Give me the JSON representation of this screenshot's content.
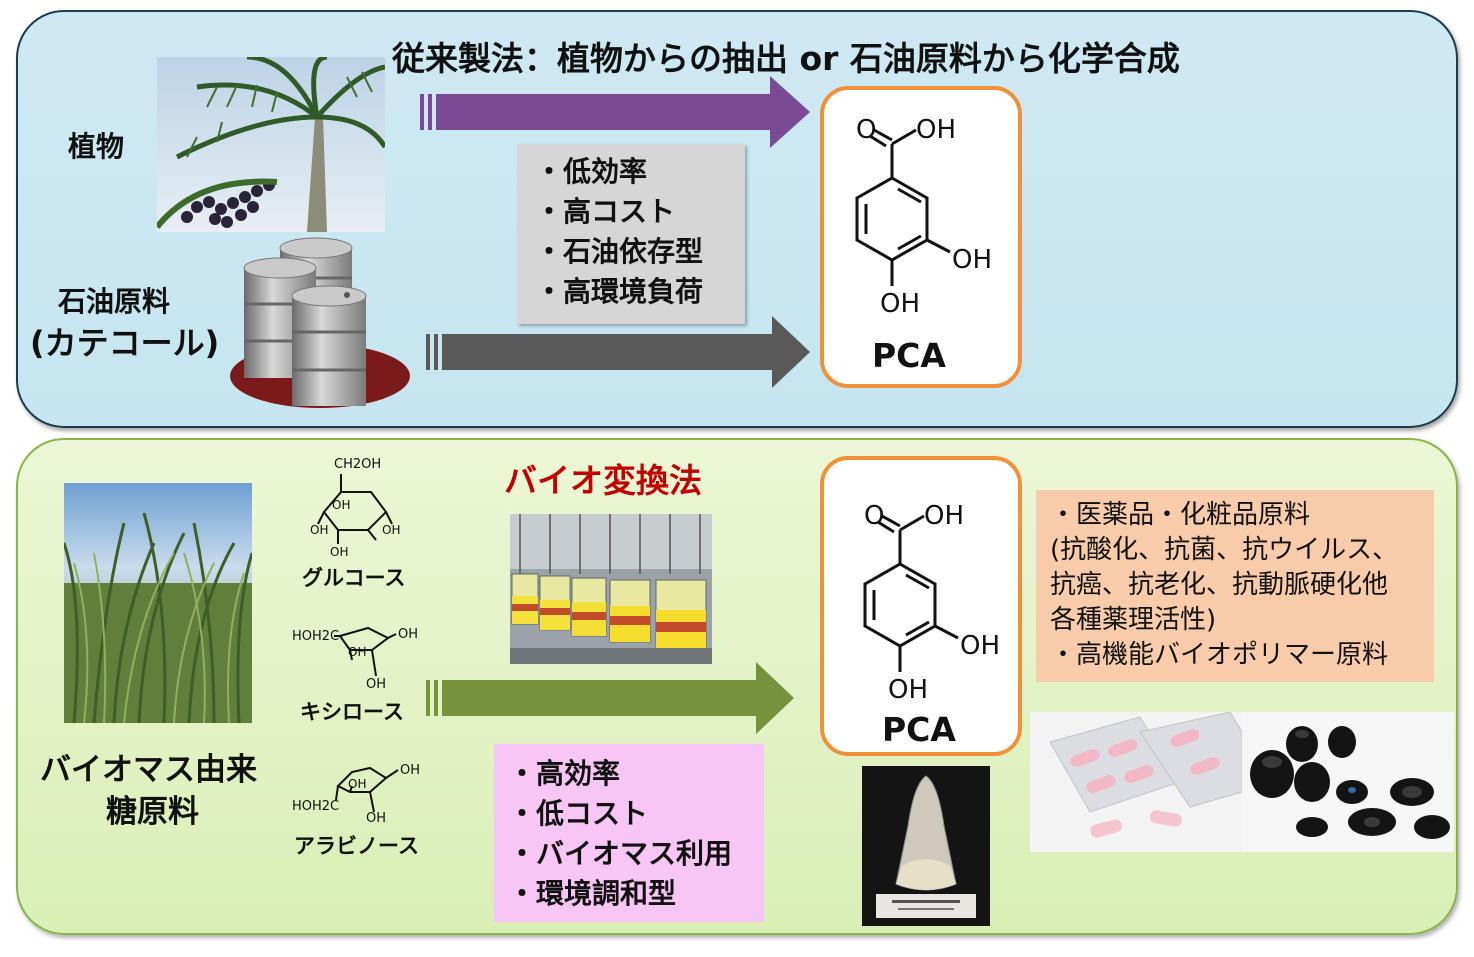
{
  "top": {
    "title": "従来製法：植物からの抽出 or 石油原料から化学合成",
    "plant_label": "植物",
    "petro_label_1": "石油原料",
    "petro_label_2": "(カテコール)",
    "drawbacks": [
      "・低効率",
      "・高コスト",
      "・石油依存型",
      "・高環境負荷"
    ],
    "product": {
      "oh_top": "O",
      "oh_top2": "OH",
      "oh_right": "OH",
      "oh_bottom": "OH",
      "name": "PCA"
    }
  },
  "bottom": {
    "title": "バイオ変換法",
    "title_color": "#c00000",
    "biomass_label_1": "バイオマス由来",
    "biomass_label_2": "糖原料",
    "sugars": [
      {
        "name": "グルコース",
        "groups": [
          "CH2OH",
          "OH",
          "OH",
          "OH",
          "OH"
        ]
      },
      {
        "name": "キシロース",
        "groups": [
          "HOH2C",
          "OH",
          "OH",
          "OH"
        ]
      },
      {
        "name": "アラビノース",
        "groups": [
          "OH",
          "OH",
          "OH",
          "HOH2C"
        ]
      }
    ],
    "advantages": [
      "・高効率",
      "・低コスト",
      "・バイオマス利用",
      "・環境調和型"
    ],
    "product": {
      "oh_top": "O",
      "oh_top2": "OH",
      "oh_right": "OH",
      "oh_bottom": "OH",
      "name": "PCA"
    },
    "applications": [
      "・医薬品・化粧品原料",
      "(抗酸化、抗菌、抗ウイルス、",
      "抗癌、抗老化、抗動脈硬化他",
      "各種薬理活性)",
      "・高機能バイオポリマー原料"
    ]
  },
  "colors": {
    "purple_arrow": "#7a4a94",
    "gray_arrow": "#595959",
    "green_arrow": "#76923c",
    "pca_border": "#f0913a"
  },
  "icons": [
    "palm-tree-photo",
    "oil-drums-icon",
    "sugarcane-photo",
    "bioreactor-photo",
    "powder-sample-photo",
    "capsules-photo",
    "polymer-parts-photo"
  ]
}
